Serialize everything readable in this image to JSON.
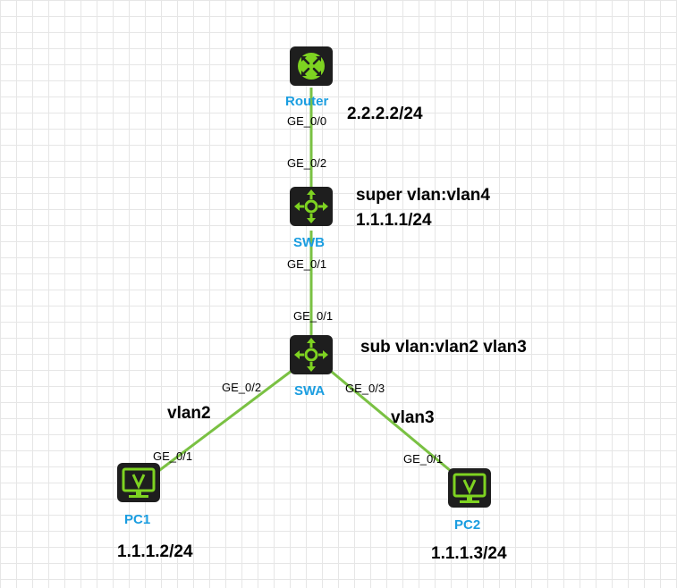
{
  "colors": {
    "link": "#7ac143",
    "device_bg": "#1e1e1e",
    "device_accent": "#7ed321",
    "label": "#1a9de0"
  },
  "nodes": {
    "router": {
      "label": "Router",
      "icon": "router-icon"
    },
    "swb": {
      "label": "SWB",
      "icon": "switch-icon"
    },
    "swa": {
      "label": "SWA",
      "icon": "switch-icon"
    },
    "pc1": {
      "label": "PC1",
      "icon": "monitor-icon"
    },
    "pc2": {
      "label": "PC2",
      "icon": "monitor-icon"
    }
  },
  "ports": {
    "router_ge00": "GE_0/0",
    "swb_ge02": "GE_0/2",
    "swb_ge01": "GE_0/1",
    "swa_ge01": "GE_0/1",
    "swa_ge02": "GE_0/2",
    "swa_ge03": "GE_0/3",
    "pc1_ge01": "GE_0/1",
    "pc2_ge01": "GE_0/1"
  },
  "annotations": {
    "router_ip": "2.2.2.2/24",
    "super_vlan": "super vlan:vlan4",
    "swb_ip": "1.1.1.1/24",
    "sub_vlan": "sub vlan:vlan2 vlan3",
    "vlan2": "vlan2",
    "vlan3": "vlan3",
    "pc1_ip": "1.1.1.2/24",
    "pc2_ip": "1.1.1.3/24"
  }
}
